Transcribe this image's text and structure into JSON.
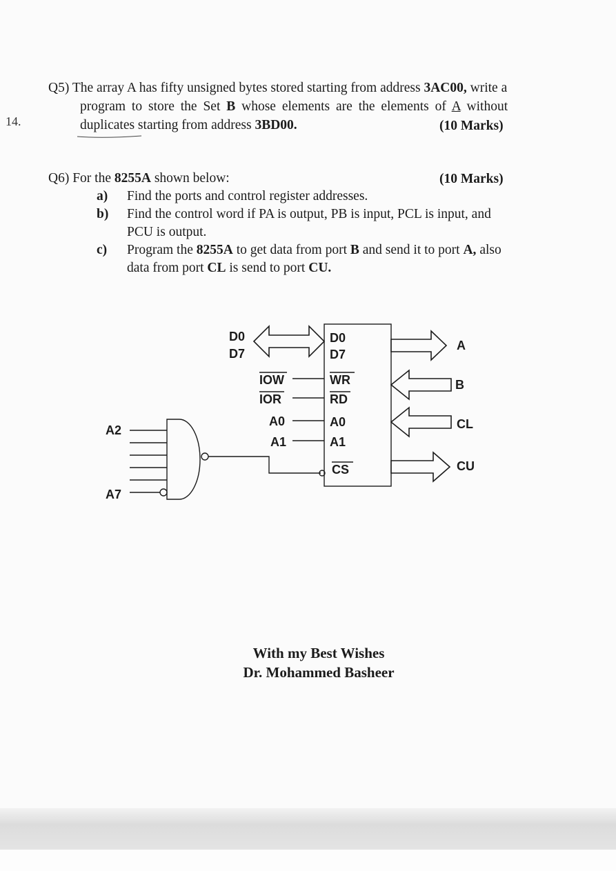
{
  "q5": {
    "label": "Q5)",
    "line1": "The array A has fifty unsigned bytes stored starting from address",
    "addr1": "3AC00,",
    "line1_end": "write a",
    "line2": "program to store the Set",
    "set": "B",
    "line2_mid": "whose elements are the elements of",
    "set_a": "A",
    "line2_end": "without",
    "line3": "duplicates starting from address",
    "addr2": "3BD00.",
    "marks": "(10 Marks)",
    "margin_note": "14."
  },
  "q6": {
    "label": "Q6)",
    "intro_a": "For the",
    "chip": "8255A",
    "intro_b": "shown below:",
    "marks": "(10 Marks)",
    "items": [
      {
        "letter": "a)",
        "lines": [
          "Find the ports and control register addresses."
        ]
      },
      {
        "letter": "b)",
        "lines": [
          "Find the control word if PA is output, PB is input, PCL is input, and",
          "PCU is output."
        ]
      },
      {
        "letter": "c)",
        "line1_a": "Program the",
        "line1_chip": "8255A",
        "line1_b": "to get data from port",
        "line1_port": "B",
        "line1_c": "and send it to port",
        "line1_port2": "A,",
        "line1_d": "also",
        "line2_a": "data from port",
        "line2_port": "CL",
        "line2_b": "is send to port",
        "line2_port2": "CU."
      }
    ]
  },
  "diagram": {
    "bus_left": [
      "D0",
      "D7"
    ],
    "chip_pins": [
      "D0",
      "D7",
      "WR",
      "RD",
      "A0",
      "A1",
      "CS"
    ],
    "controls": [
      "IOW",
      "IOR",
      "A0",
      "A1"
    ],
    "gate_inputs": [
      "A2",
      "A7"
    ],
    "ports": [
      "A",
      "B",
      "CL",
      "CU"
    ]
  },
  "signature": {
    "line1": "With my Best Wishes",
    "line2": "Dr. Mohammed Basheer"
  }
}
